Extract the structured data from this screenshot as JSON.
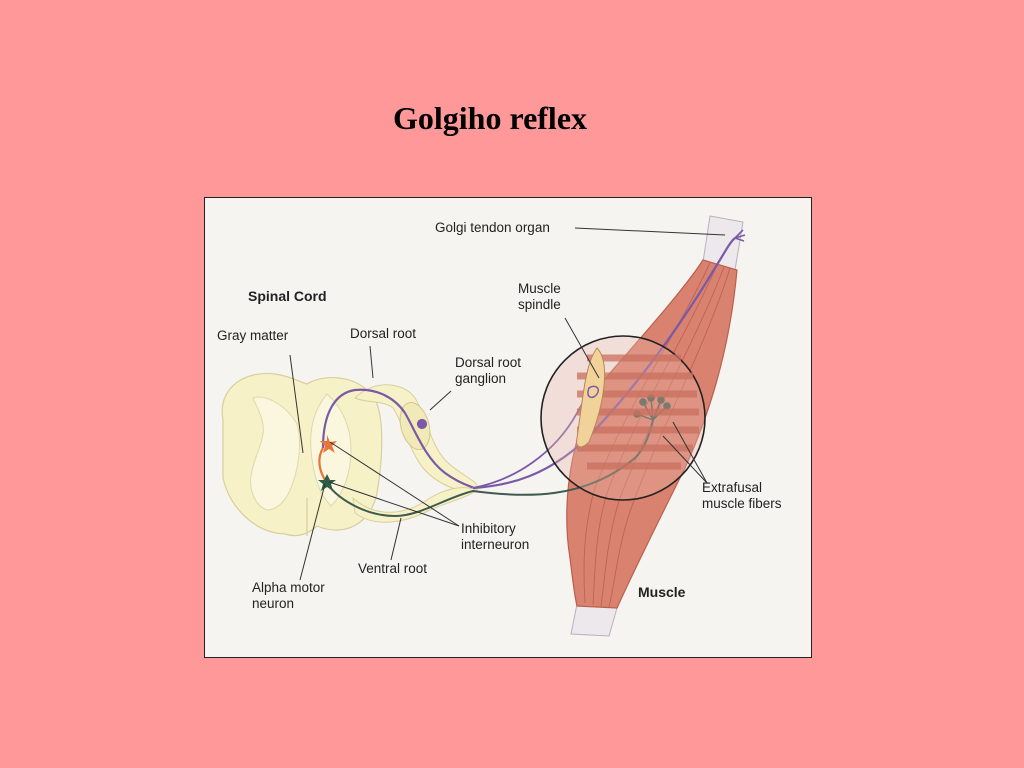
{
  "slide": {
    "title": "Golgiho reflex"
  },
  "diagram": {
    "labels": {
      "spinal_cord": "Spinal Cord",
      "gray_matter": "Gray matter",
      "dorsal_root": "Dorsal root",
      "dorsal_root_ganglion": "Dorsal root\nganglion",
      "golgi_tendon_organ": "Golgi tendon organ",
      "muscle_spindle": "Muscle\nspindle",
      "extrafusal_muscle_fibers": "Extrafusal\nmuscle fibers",
      "inhibitory_interneuron": "Inhibitory\ninterneuron",
      "ventral_root": "Ventral root",
      "alpha_motor_neuron": "Alpha motor\nneuron",
      "muscle": "Muscle"
    },
    "colors": {
      "background": "#ff9999",
      "cord_fill": "#f7f1c8",
      "gray_matter_fill": "#fbf7df",
      "muscle_fill": "#d9826f",
      "tendon_fill": "#ece8ec",
      "sensory_nerve": "#7a5aa6",
      "motor_nerve": "#3f5b4e",
      "interneuron": "#e8743a"
    }
  }
}
